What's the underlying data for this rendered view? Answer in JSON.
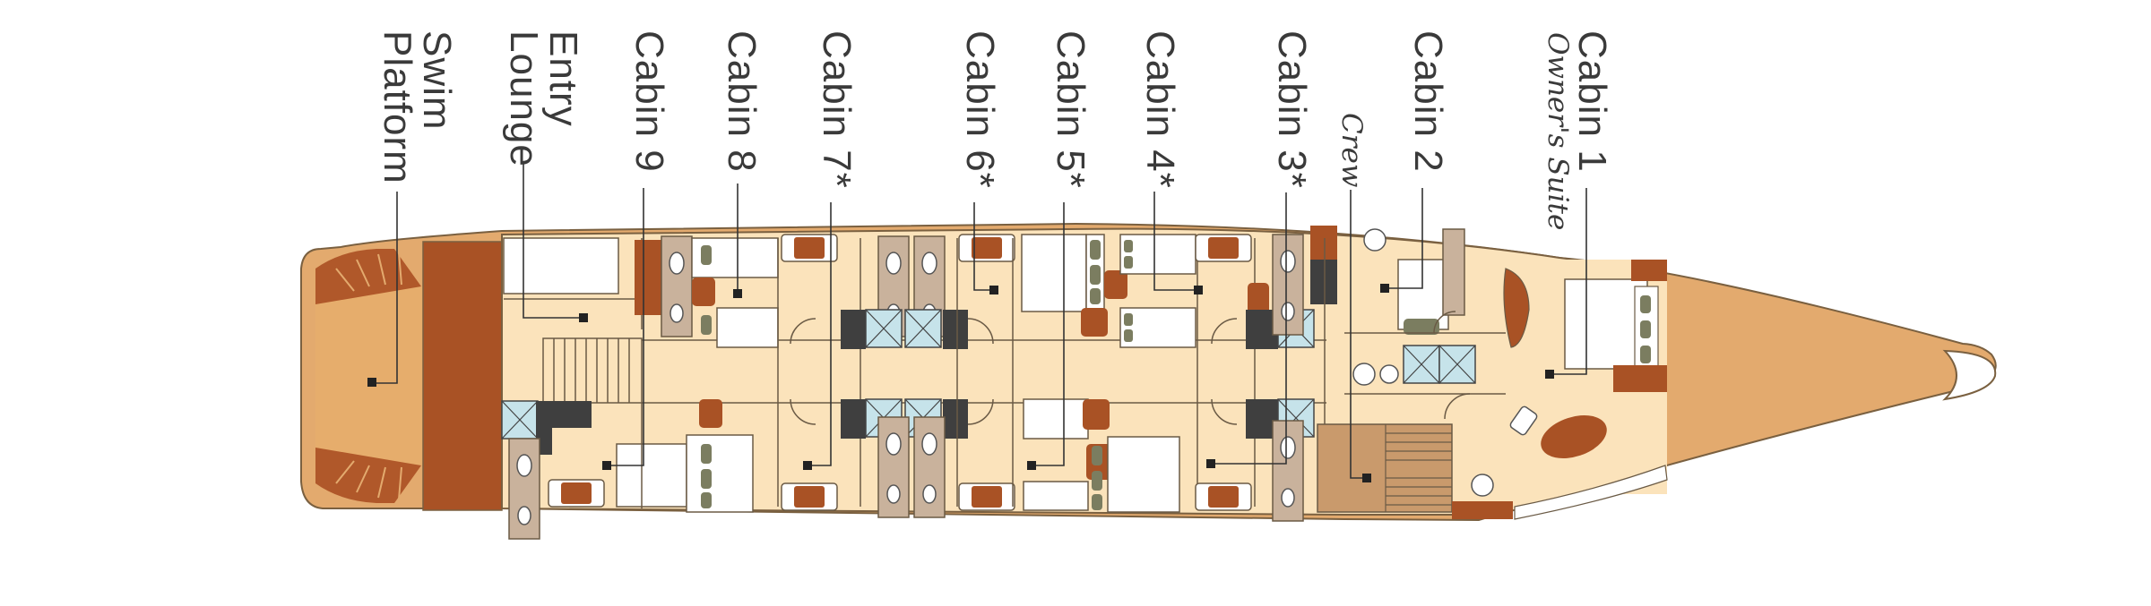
{
  "labels": {
    "swim_platform": {
      "line1": "Swim",
      "line2": "Platform"
    },
    "entry_lounge": {
      "line1": "Entry",
      "line2": "Lounge"
    },
    "cabin9": "Cabin 9",
    "cabin8": "Cabin 8",
    "cabin7": "Cabin 7*",
    "cabin6": "Cabin 6*",
    "cabin5": "Cabin 5*",
    "cabin4": "Cabin 4*",
    "cabin3": "Cabin 3*",
    "crew": "Crew",
    "cabin2": "Cabin 2",
    "cabin1": "Cabin 1",
    "owners_suite": "Owner's Suite"
  },
  "colors": {
    "hull": "#e3aa6e",
    "deck": "#fbe3bb",
    "bulkhead": "#b0582a",
    "furniture": "#a95225",
    "bedding": "#ffffff",
    "olive": "#7b7d60",
    "glass": "#c6e3ea",
    "dark": "#3f3f3f",
    "crew_area": "#c99a6c",
    "outline": "#7a6040"
  }
}
